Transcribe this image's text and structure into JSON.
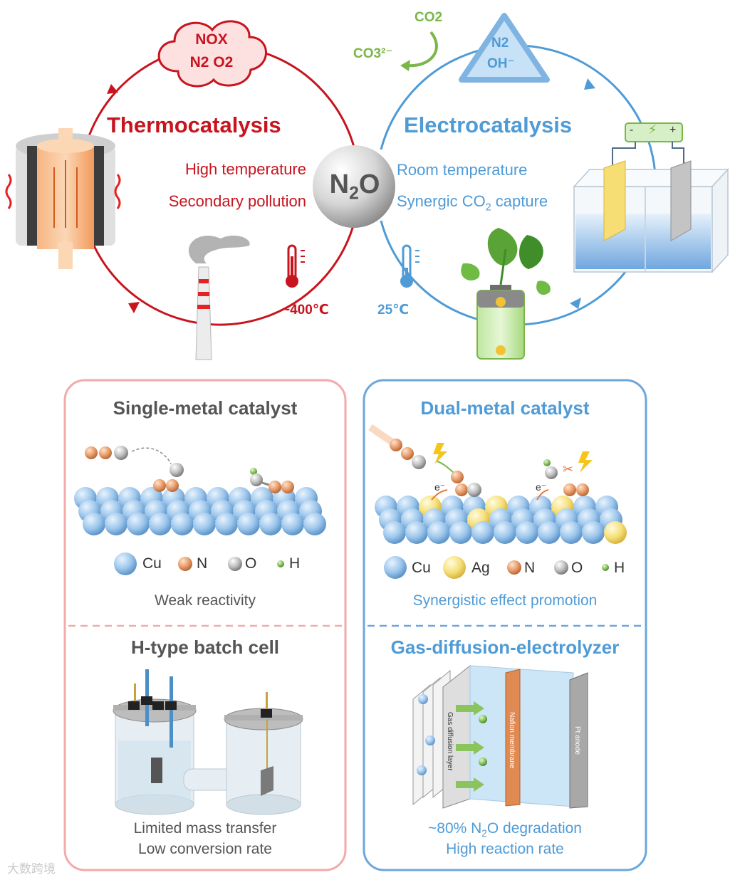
{
  "top": {
    "thermo": {
      "title": "Thermocatalysis",
      "lines": [
        "High temperature",
        "Secondary pollution"
      ],
      "temp": "~400℃",
      "cloud": [
        "NOX",
        "N2 O2"
      ]
    },
    "electro": {
      "title": "Electrocatalysis",
      "line1": "Room temperature",
      "line2_pre": "Synergic CO",
      "line2_sub": "2",
      "line2_post": " capture",
      "temp": "25℃",
      "triangle_n2": "N2",
      "triangle_oh": "OH⁻",
      "co2": "CO2",
      "co3": "CO3²⁻"
    },
    "center": {
      "main": "N",
      "sub": "2",
      "end": "O"
    },
    "battery": {
      "plus": "+",
      "minus": "−"
    },
    "power": {
      "minus": "-",
      "plus": "+"
    }
  },
  "left_panel": {
    "title1": "Single-metal catalyst",
    "legend": [
      "Cu",
      "N",
      "O",
      "H"
    ],
    "caption1": "Weak reactivity",
    "title2": "H-type batch cell",
    "caption2a": "Limited mass transfer",
    "caption2b": "Low conversion rate"
  },
  "right_panel": {
    "title1": "Dual-metal catalyst",
    "legend": [
      "Cu",
      "Ag",
      "N",
      "O",
      "H"
    ],
    "caption1": "Synergistic effect promotion",
    "title2": "Gas-diffusion-electrolyzer",
    "caption2a_pre": "~80% N",
    "caption2a_sub": "2",
    "caption2a_post": "O degradation",
    "caption2b": "High reaction rate",
    "layers": [
      "Gas diffusion layer",
      "Nafion membrane",
      "Pt anode"
    ],
    "electron": "e⁻"
  },
  "watermark": "大数跨境",
  "colors": {
    "red": "#c8141e",
    "blue": "#4f9bd6",
    "green": "#7ab648",
    "copper": "#f4a26b",
    "cu_sphere": "#9cc6ec"
  }
}
